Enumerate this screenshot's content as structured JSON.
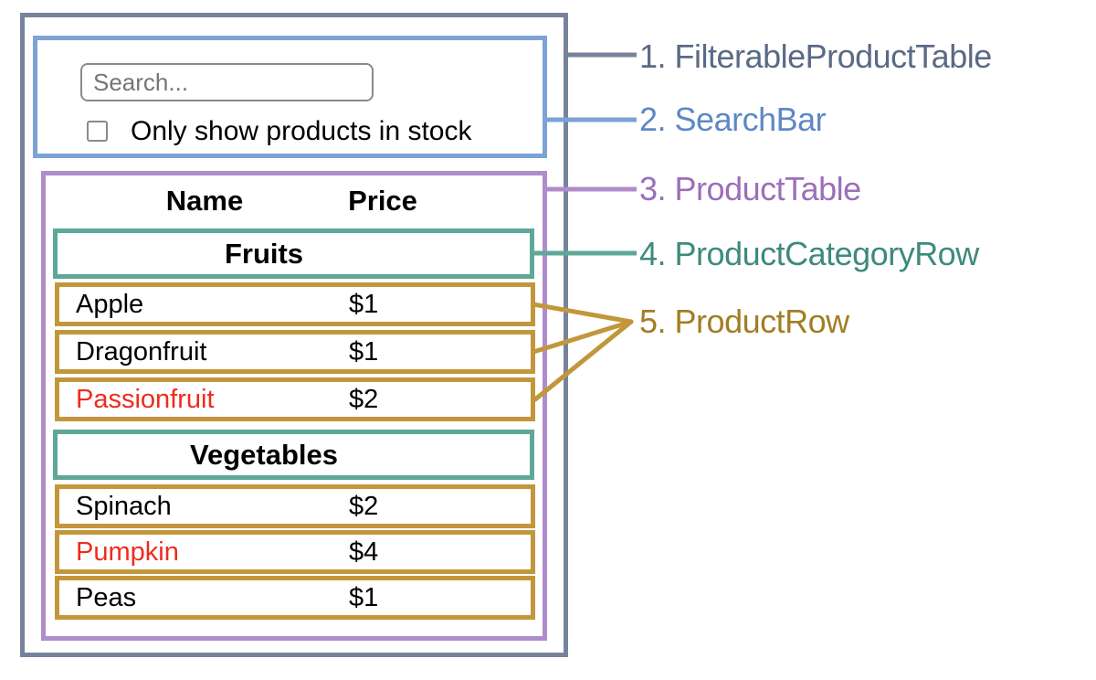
{
  "colors": {
    "slate": "#76839B",
    "blue": "#7CA2D6",
    "purple": "#AF8CCA",
    "teal": "#5FA897",
    "gold": "#C2973B",
    "red": "#EF2B1E",
    "black": "#000000"
  },
  "search_bar": {
    "placeholder": "Search...",
    "checkbox_label": "Only show products in stock",
    "checkbox_checked": "false"
  },
  "product_table": {
    "headers": {
      "name": "Name",
      "price": "Price"
    },
    "sections": [
      {
        "category": "Fruits",
        "rows": [
          {
            "name": "Apple",
            "price": "$1",
            "name_color": "#000000"
          },
          {
            "name": "Dragonfruit",
            "price": "$1",
            "name_color": "#000000"
          },
          {
            "name": "Passionfruit",
            "price": "$2",
            "name_color": "#EF2B1E"
          }
        ]
      },
      {
        "category": "Vegetables",
        "rows": [
          {
            "name": "Spinach",
            "price": "$2",
            "name_color": "#000000"
          },
          {
            "name": "Pumpkin",
            "price": "$4",
            "name_color": "#EF2B1E"
          },
          {
            "name": "Peas",
            "price": "$1",
            "name_color": "#000000"
          }
        ]
      }
    ]
  },
  "legend": [
    {
      "number": "1.",
      "label": "FilterableProductTable",
      "color": "#5A6A85"
    },
    {
      "number": "2.",
      "label": "SearchBar",
      "color": "#5E88C4"
    },
    {
      "number": "3.",
      "label": "ProductTable",
      "color": "#9B6FB9"
    },
    {
      "number": "4.",
      "label": "ProductCategoryRow",
      "color": "#3E8A7B"
    },
    {
      "number": "5.",
      "label": "ProductRow",
      "color": "#A27E23"
    }
  ]
}
